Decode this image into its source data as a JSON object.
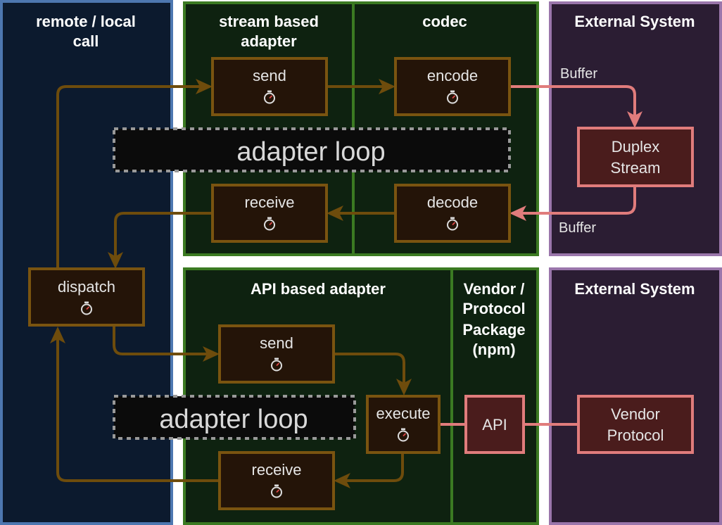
{
  "lanes": {
    "remote_title_line1": "remote / local",
    "remote_title_line2": "call",
    "stream_title_line1": "stream based",
    "stream_title_line2": "adapter",
    "codec_title": "codec",
    "external_top_title": "External System",
    "api_title": "API based adapter",
    "vendor_title_line1": "Vendor /",
    "vendor_title_line2": "Protocol",
    "vendor_title_line3": "Package",
    "vendor_title_line4": "(npm)",
    "external_bottom_title": "External System"
  },
  "nodes": {
    "stream_send": "send",
    "encode": "encode",
    "stream_receive": "receive",
    "decode": "decode",
    "dispatch": "dispatch",
    "api_send": "send",
    "execute": "execute",
    "api_receive": "receive",
    "duplex_line1": "Duplex",
    "duplex_line2": "Stream",
    "api": "API",
    "vendor_line1": "Vendor",
    "vendor_line2": "Protocol"
  },
  "labels": {
    "adapter_loop_top": "adapter loop",
    "adapter_loop_bottom": "adapter loop",
    "buffer_out": "Buffer",
    "buffer_in": "Buffer"
  },
  "colors": {
    "remote_lane": "#0c1a2e",
    "remote_border": "#4d77b0",
    "adapter_lane": "#0e2210",
    "adapter_border": "#3b7a22",
    "external_lane": "#2b1d33",
    "external_border": "#9a76ab",
    "node_fill": "#241408",
    "node_border": "#7a5410",
    "arrow": "#6e4c0c",
    "external_node_fill": "#4a1c1c",
    "external_node_border": "#e07c7c",
    "loop_fill": "#0b0b0b",
    "loop_border": "#999999"
  }
}
